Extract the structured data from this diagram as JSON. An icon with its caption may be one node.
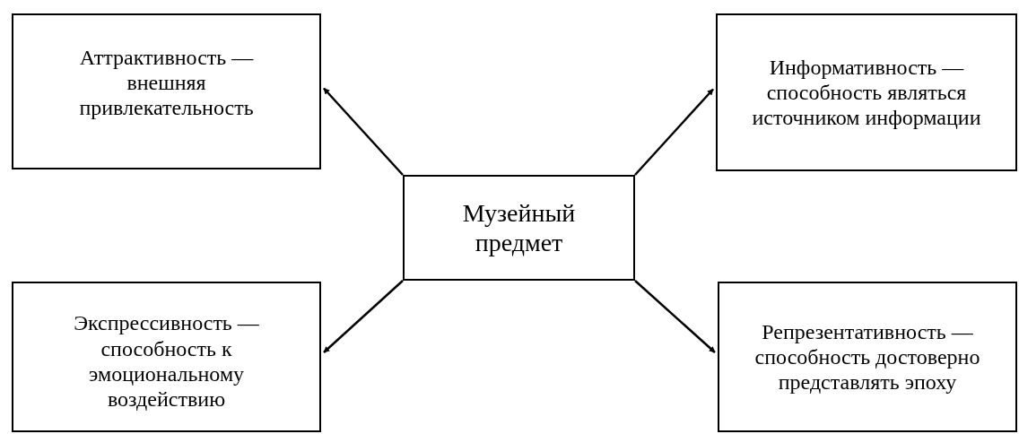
{
  "diagram": {
    "nodes": [
      {
        "text": [
          "Музейный предмет"
        ]
      },
      {
        "text": [
          "Аттрактивность — внешняя привлекательность"
        ]
      },
      {
        "text": [
          "Информативность — способность являться источником информации"
        ]
      },
      {
        "text": [
          "Экспрессивность — способность к эмоциональному воздействию"
        ]
      },
      {
        "text": [
          "Репрезентативность — способность достоверно представлять эпоху"
        ]
      }
    ],
    "edges": [
      {
        "from": 0,
        "to": 1,
        "arrow": "to"
      },
      {
        "from": 0,
        "to": 2,
        "arrow": "to"
      },
      {
        "from": 0,
        "to": 3,
        "arrow": "to"
      },
      {
        "from": 0,
        "to": 4,
        "arrow": "to"
      }
    ]
  }
}
